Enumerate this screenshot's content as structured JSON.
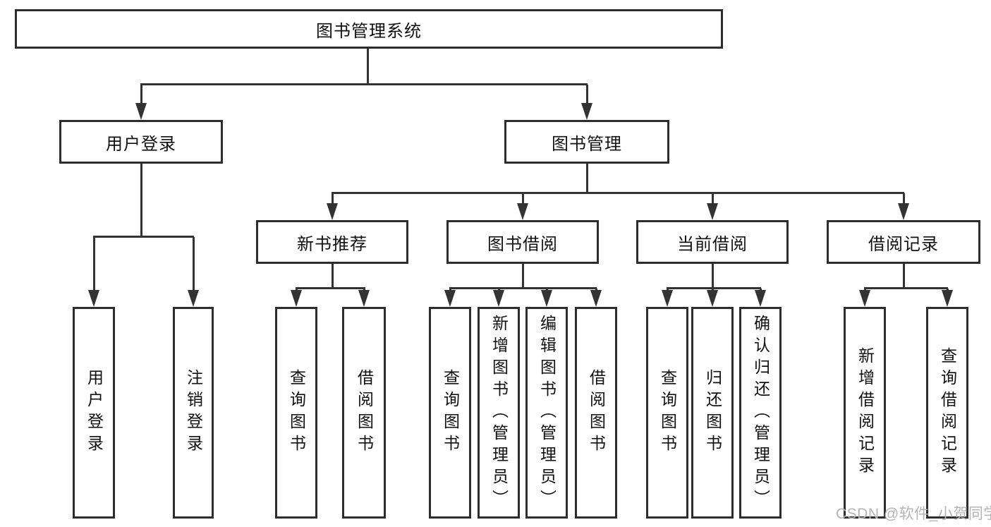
{
  "diagram": {
    "root": {
      "label": "图书管理系统"
    },
    "branches": [
      {
        "label": "用户登录",
        "children": [
          {
            "label": "用户登录"
          },
          {
            "label": "注销登录"
          }
        ]
      },
      {
        "label": "图书管理",
        "children": [
          {
            "label": "新书推荐",
            "children": [
              {
                "label": "查询图书"
              },
              {
                "label": "借阅图书"
              }
            ]
          },
          {
            "label": "图书借阅",
            "children": [
              {
                "label": "查询图书"
              },
              {
                "label": "新增图书（管理员）"
              },
              {
                "label": "编辑图书（管理员）"
              },
              {
                "label": "借阅图书"
              }
            ]
          },
          {
            "label": "当前借阅",
            "children": [
              {
                "label": "查询图书"
              },
              {
                "label": "归还图书"
              },
              {
                "label": "确认归还（管理员）"
              }
            ]
          },
          {
            "label": "借阅记录",
            "children": [
              {
                "label": "新增借阅记录"
              },
              {
                "label": "查询借阅记录"
              }
            ]
          }
        ]
      }
    ]
  },
  "watermark": {
    "text": "CSDN @软件_小贺同学"
  },
  "colors": {
    "line": "#333333",
    "box_border": "#2d2d2d",
    "text": "#111111",
    "watermark": "#b4b4b4",
    "background": "#ffffff"
  }
}
